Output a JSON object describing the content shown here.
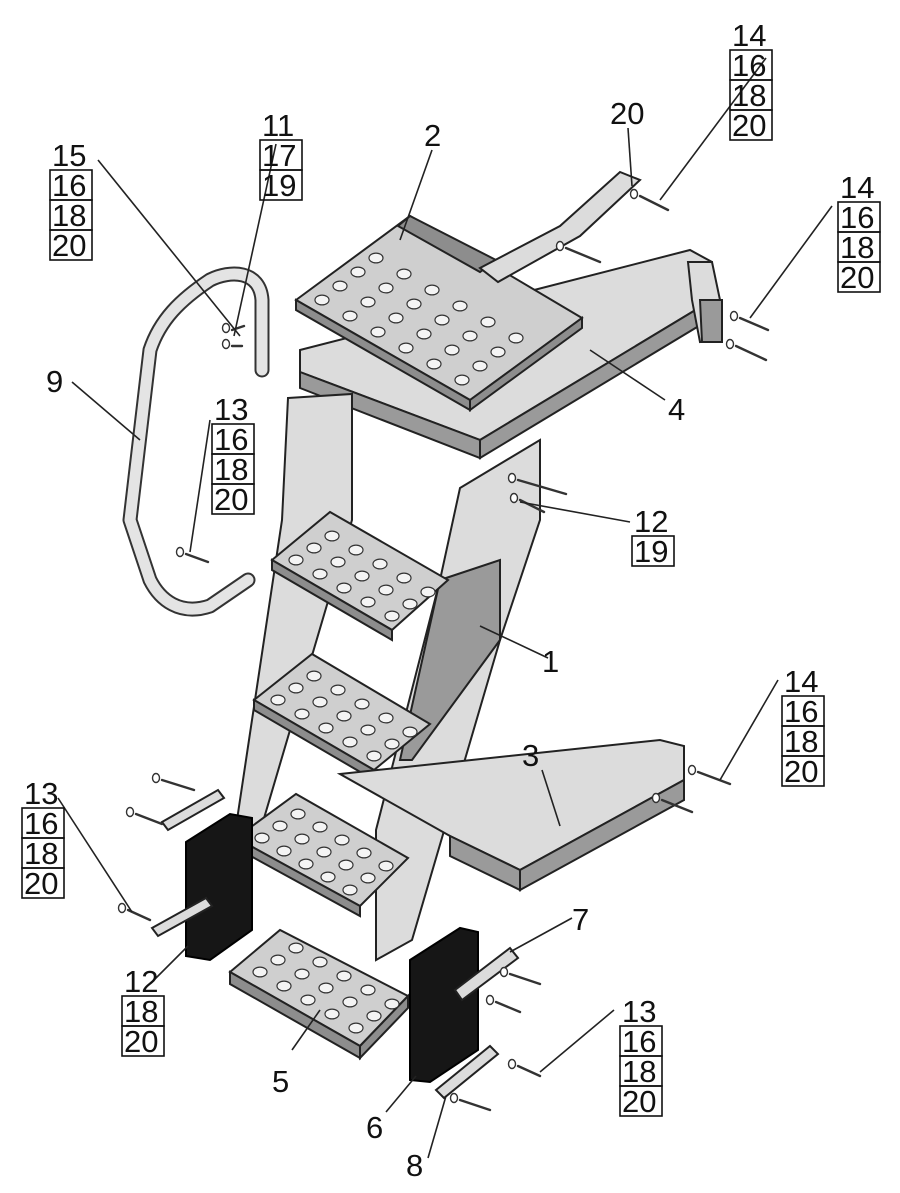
{
  "callouts": {
    "c1": "1",
    "c2": "2",
    "c3": "3",
    "c4": "4",
    "c5": "5",
    "c6": "6",
    "c7": "7",
    "c8": "8",
    "c9": "9",
    "c20": "20"
  },
  "stacks": {
    "s14a": [
      "14",
      "16",
      "18",
      "20"
    ],
    "s14b": [
      "14",
      "16",
      "18",
      "20"
    ],
    "s14c": [
      "14",
      "16",
      "18",
      "20"
    ],
    "s15": [
      "15",
      "16",
      "18",
      "20"
    ],
    "s11": [
      "11",
      "17",
      "19"
    ],
    "s13a": [
      "13",
      "16",
      "18",
      "20"
    ],
    "s13b": [
      "13",
      "16",
      "18",
      "20"
    ],
    "s13c": [
      "13",
      "16",
      "18",
      "20"
    ],
    "s12a": [
      "12",
      "19"
    ],
    "s12b": [
      "12",
      "18",
      "20"
    ]
  }
}
